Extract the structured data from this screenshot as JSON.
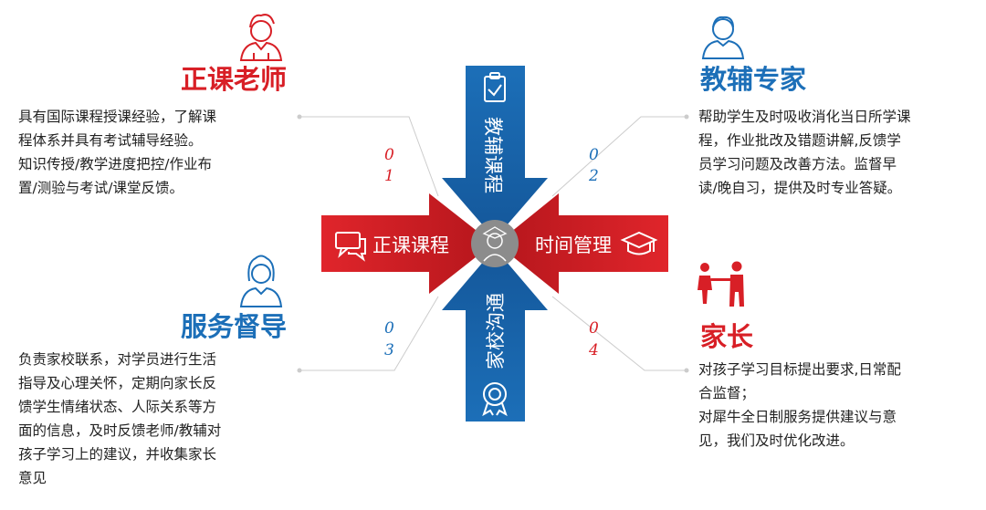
{
  "colors": {
    "red": "#d81f26",
    "blue": "#1c6fb8",
    "gray": "#8c8c8c",
    "line": "#cccccc"
  },
  "center": {
    "icon": "graduate-avatar-icon"
  },
  "arrows": {
    "top": {
      "label": "教辅课程",
      "icon": "clipboard-check-icon"
    },
    "left": {
      "label": "正课课程",
      "icon": "chat-bubbles-icon"
    },
    "right": {
      "label": "时间管理",
      "icon": "graduation-cap-icon"
    },
    "bottom": {
      "label": "家校沟通",
      "icon": "medal-badge-icon"
    }
  },
  "roles": {
    "tl": {
      "icon": "teacher-person-icon",
      "title": "正课老师",
      "num1": "0",
      "num2": "1",
      "lines": [
        "具有国际课程授课经验，了解课",
        "程体系并具有考试辅导经验。",
        "知识传授/教学进度把控/作业布",
        "置/测验与考试/课堂反馈。"
      ]
    },
    "tr": {
      "icon": "tutor-person-icon",
      "title": "教辅专家",
      "num1": "0",
      "num2": "2",
      "lines": [
        "帮助学生及时吸收消化当日所学课",
        "程，作业批改及错题讲解,反馈学",
        "员学习问题及改善方法。监督早",
        "读/晚自习，提供及时专业答疑。"
      ]
    },
    "bl": {
      "icon": "woman-person-icon",
      "title": "服务督导",
      "num1": "0",
      "num2": "3",
      "lines": [
        "负责家校联系，对学员进行生活",
        "指导及心理关怀，定期向家长反",
        "馈学生情绪状态、人际关系等方",
        "面的信息，及时反馈老师/教辅对",
        "孩子学习上的建议，并收集家长",
        "意见"
      ]
    },
    "br": {
      "icon": "parents-family-icon",
      "title": "家长",
      "num1": "0",
      "num2": "4",
      "lines": [
        "对孩子学习目标提出要求,日常配",
        "合监督；",
        "对犀牛全日制服务提供建议与意",
        "见，我们及时优化改进。"
      ]
    }
  }
}
